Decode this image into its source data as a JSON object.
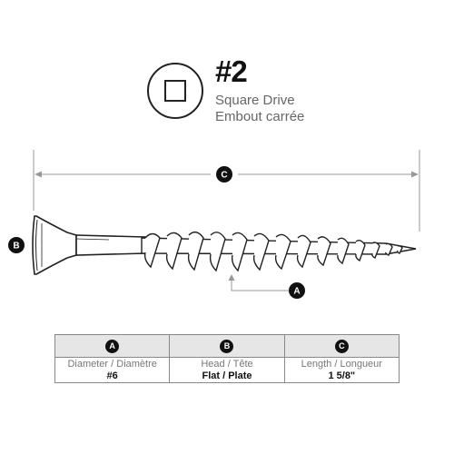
{
  "drive": {
    "number": "#2",
    "label_en": "Square Drive",
    "label_fr": "Embout carrée",
    "icon": "square-drive-icon"
  },
  "callouts": {
    "length": "C",
    "head": "B",
    "diameter": "A"
  },
  "table": {
    "columns": [
      {
        "badge": "A",
        "label": "Diameter / Diamètre",
        "value": "#6"
      },
      {
        "badge": "B",
        "label": "Head / Tête",
        "value": "Flat / Plate"
      },
      {
        "badge": "C",
        "label": "Length / Longueur",
        "value": "1 5/8\""
      }
    ]
  },
  "colors": {
    "line": "#222222",
    "dimension": "#999999",
    "header_bg": "#e6e6e6",
    "badge": "#111111"
  }
}
